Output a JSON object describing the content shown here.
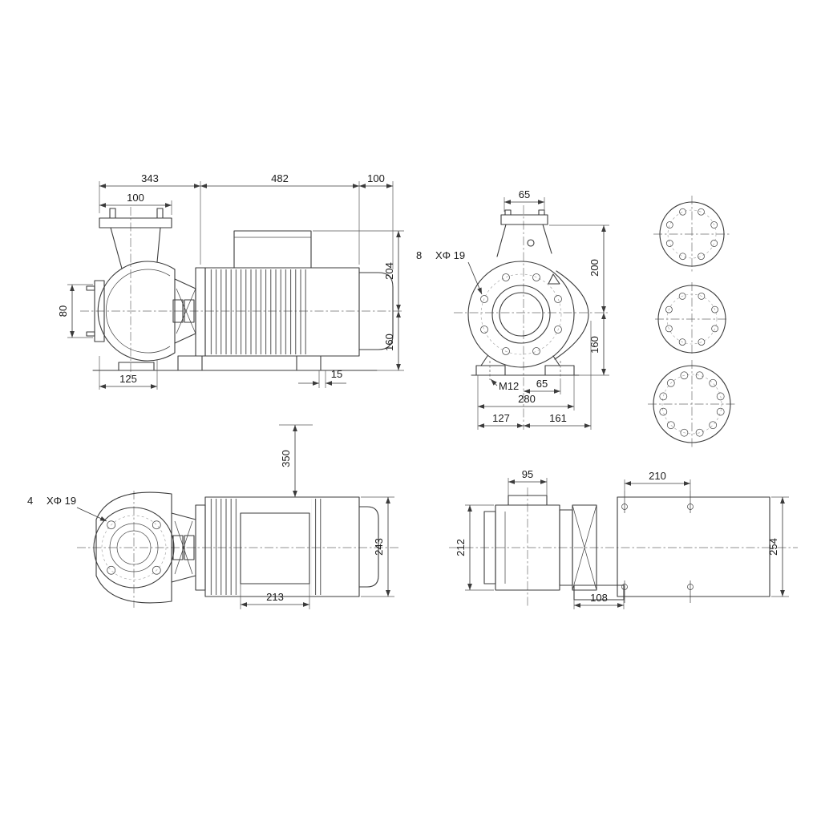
{
  "dims": {
    "side": {
      "overall": "343",
      "motor": "482",
      "rear": "100",
      "flange": "100",
      "suction": "80",
      "volute": "125",
      "height_upper": "204",
      "height_axis": "160",
      "foot_offset": "15"
    },
    "front": {
      "port": "65",
      "bolt_count": "8",
      "bolt_spec": "XΦ 19",
      "height_upper": "200",
      "height_axis": "160",
      "thread": "M12",
      "foot_to_axis": "65",
      "feet_span": "280",
      "axis_left": "127",
      "axis_right": "161"
    },
    "plan": {
      "clearance": "350",
      "bolt_count": "4",
      "bolt_spec": "XΦ 19",
      "motor_width": "243",
      "box_length": "213"
    },
    "shaft": {
      "gland": "95",
      "holes_span": "210",
      "volute_od": "212",
      "frame_width": "254",
      "foot_length": "108"
    }
  }
}
